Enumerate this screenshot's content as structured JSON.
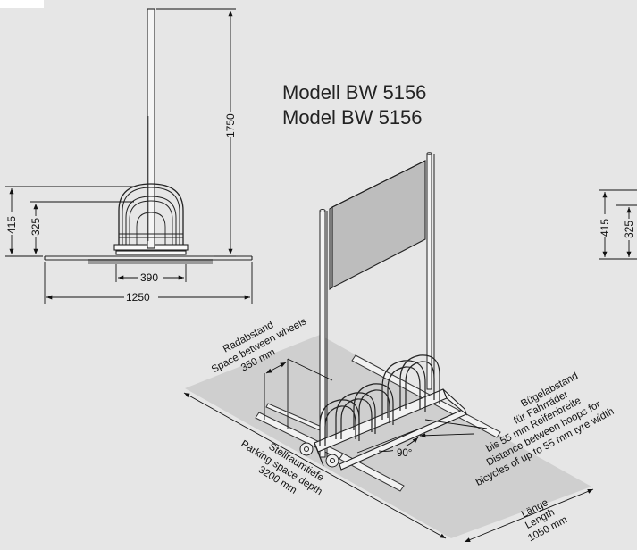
{
  "title": {
    "line1": "Modell BW 5156",
    "line2": "Model BW 5156"
  },
  "front_view": {
    "height": "1750",
    "outer_height": "415",
    "inner_height": "325",
    "inner_width": "390",
    "overall_width": "1250"
  },
  "right_edge": {
    "outer_height": "415",
    "inner_height": "325"
  },
  "perspective": {
    "wheel_spacing": {
      "de": "Radabstand",
      "en": "Space between wheels",
      "value": "350 mm"
    },
    "hoop_spacing": {
      "line1": "Bügelabstand",
      "line2": "für Fahrräder",
      "line3": "bis 55 mm Reifenbreite",
      "line4": "Distance between hoops for",
      "line5": "bicycles of up to 55 mm tyre width"
    },
    "angle": "90°",
    "depth": {
      "de": "Stellraumtiefe",
      "en": "Parking space depth",
      "value": "3200 mm"
    },
    "length": {
      "de": "Länge",
      "en": "Length",
      "value": "1050 mm"
    }
  }
}
